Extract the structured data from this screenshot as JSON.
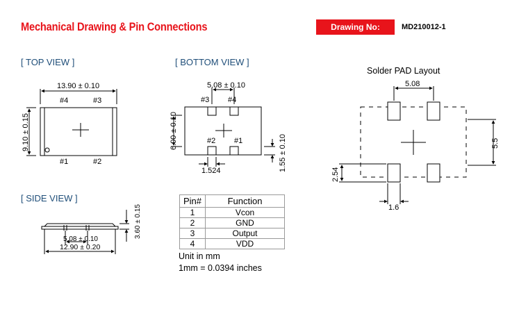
{
  "header": {
    "title": "Mechanical Drawing & Pin Connections",
    "drawing_no_label": "Drawing No:",
    "drawing_no_value": "MD210012-1"
  },
  "top_view": {
    "label": "[ TOP VIEW ]",
    "width_dim": "13.90 ± 0.10",
    "height_dim": "9.10 ± 0.15",
    "pins": [
      "#1",
      "#2",
      "#3",
      "#4"
    ]
  },
  "bottom_view": {
    "label": "[ BOTTOM  VIEW ]",
    "pitch_dim": "5.08 ± 0.10",
    "height_dim": "6.00 ± 0.10",
    "pad_offset_dim": "1.55 ± 0.10",
    "pad_width_dim": "1.524",
    "pins": [
      "#1",
      "#2",
      "#3",
      "#4"
    ]
  },
  "side_view": {
    "label": "[ SIDE VIEW ]",
    "height_dim": "3.60 ± 0.15",
    "pitch_dim": "5.08 ± 0.10",
    "length_dim": "12.90 ± 0.20"
  },
  "solder_pad": {
    "title": "Solder PAD Layout",
    "pitch": "5.08",
    "height": "5.5",
    "pad_length": "2.54",
    "pad_width": "1.6"
  },
  "pin_table": {
    "headers": [
      "Pin#",
      "Function"
    ],
    "rows": [
      {
        "pin": "1",
        "function": "Vcon"
      },
      {
        "pin": "2",
        "function": "GND"
      },
      {
        "pin": "3",
        "function": "Output"
      },
      {
        "pin": "4",
        "function": "VDD"
      }
    ]
  },
  "notes": {
    "unit": "Unit in mm",
    "conversion": "1mm = 0.0394 inches"
  },
  "colors": {
    "accent": "#e8141b",
    "section_label": "#1f4e79"
  }
}
